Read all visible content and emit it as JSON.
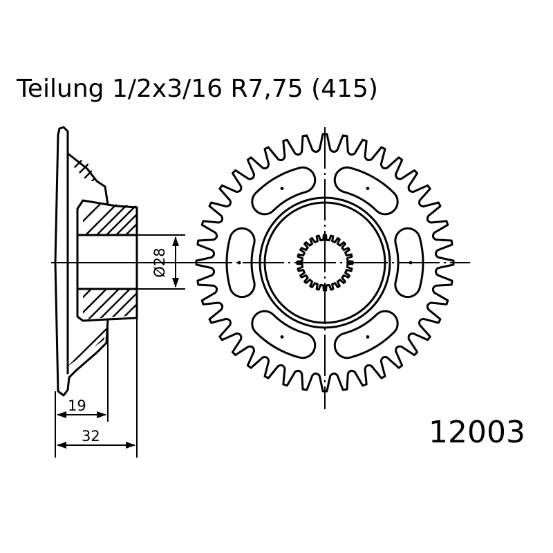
{
  "header": {
    "title": "Teilung 1/2x3/16 R7,75 (415)"
  },
  "part": {
    "number": "12003"
  },
  "dimensions": {
    "bore": "Ø28",
    "hub_offset": "19",
    "overall_width": "32"
  },
  "sprocket": {
    "teeth": 40,
    "splines": 24
  }
}
